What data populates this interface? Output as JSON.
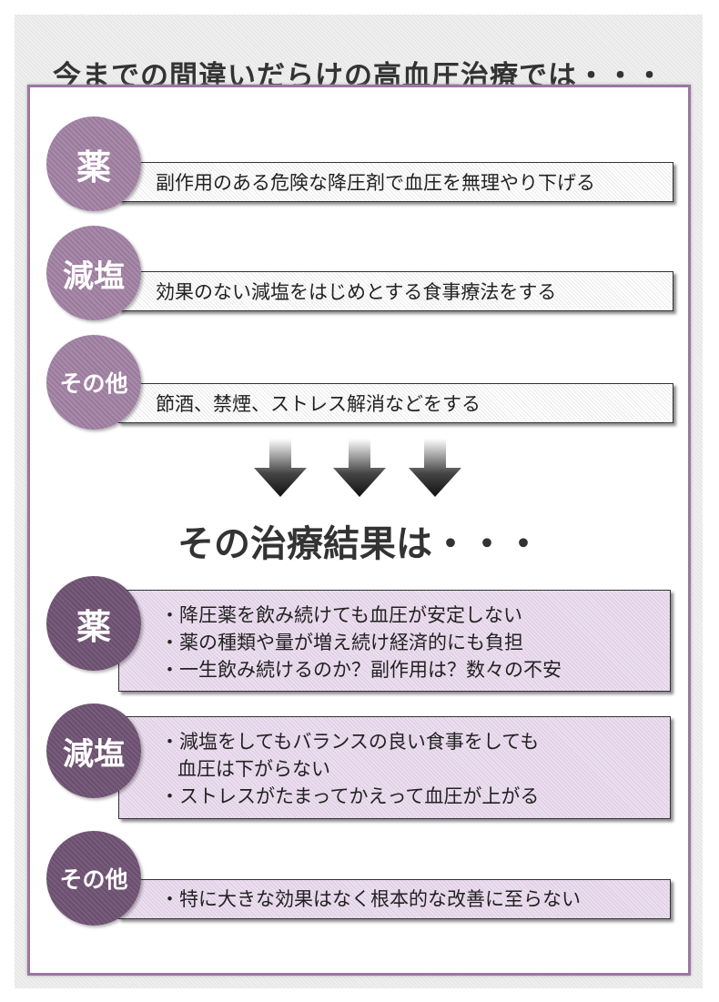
{
  "title": "今までの間違いだらけの高血圧治療では・・・",
  "current": [
    {
      "label": "薬",
      "text": "副作用のある危険な降圧剤で血圧を無理やり下げる"
    },
    {
      "label": "減塩",
      "text": "効果のない減塩をはじめとする食事療法をする"
    },
    {
      "label": "その他",
      "text": "節酒、禁煙、ストレス解消などをする"
    }
  ],
  "result_heading": "その治療結果は・・・",
  "results": [
    {
      "label": "薬",
      "lines": [
        "・降圧薬を飲み続けても血圧が安定しない",
        "・薬の種類や量が増え続け経済的にも負担",
        "・一生飲み続けるのか？副作用は？数々の不安"
      ]
    },
    {
      "label": "減塩",
      "lines": [
        "・減塩をしてもバランスの良い食事をしても",
        "血圧は下がらない",
        "・ストレスがたまってかえって血圧が上がる"
      ]
    },
    {
      "label": "その他",
      "lines": [
        "・特に大きな効果はなく根本的な改善に至らない"
      ]
    }
  ]
}
